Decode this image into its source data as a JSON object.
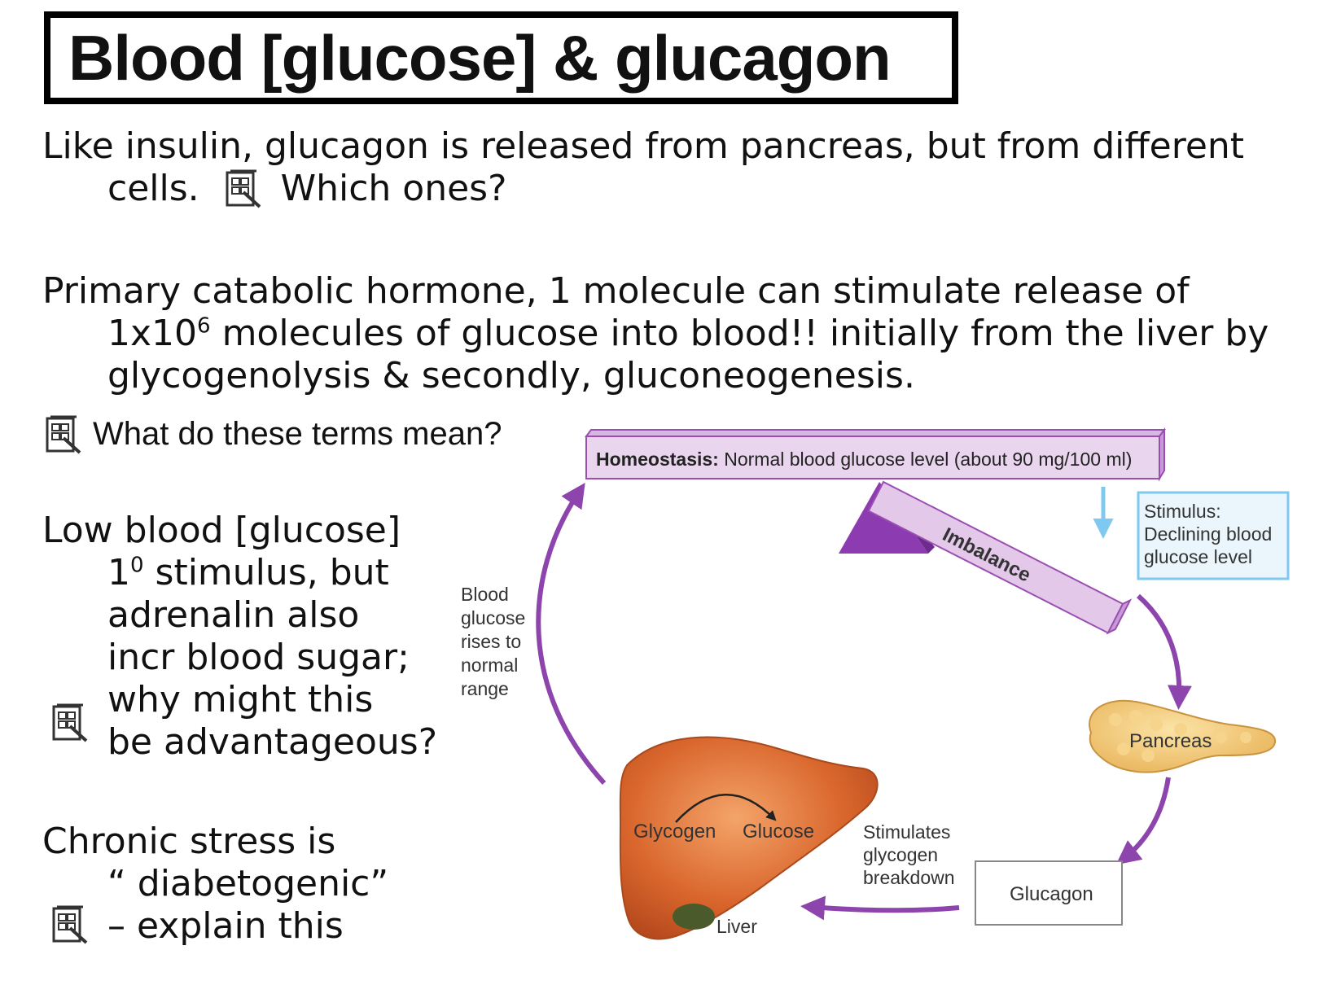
{
  "slide": {
    "title": "Blood [glucose] & glucagon",
    "para1_line1": "Like insulin, glucagon is released from pancreas, but from different",
    "para1_line2a": "cells.",
    "para1_line2b": "Which ones?",
    "para2_line1": "Primary catabolic hormone, 1 molecule can stimulate release of",
    "para2_line2a": "1x10",
    "para2_line2_sup": "6",
    "para2_line2b": " molecules of glucose into blood!! initially from the liver by",
    "para2_line3": "glycogenolysis & secondly, gluconeogenesis.",
    "question_terms": "What do these terms mean?",
    "low_line1": "Low blood [glucose]",
    "low_line2a": "1",
    "low_line2_sup": "0",
    "low_line2b": " stimulus, but",
    "low_line3": "adrenalin also",
    "low_line4": "incr blood sugar;",
    "low_line5": "why might this",
    "low_line6": "be advantageous?",
    "chronic_line1": "Chronic stress is",
    "chronic_line2": "“  diabetogenic”",
    "chronic_line3": "– explain this"
  },
  "diagram": {
    "homeostasis_bold": "Homeostasis:",
    "homeostasis_rest": " Normal blood glucose level (about 90 mg/100 ml)",
    "imbalance": "Imbalance",
    "stimulus_line1": "Stimulus:",
    "stimulus_line2": "Declining blood",
    "stimulus_line3": "glucose level",
    "rises_line1": "Blood",
    "rises_line2": "glucose",
    "rises_line3": "rises to",
    "rises_line4": "normal",
    "rises_line5": "range",
    "pancreas": "Pancreas",
    "glucagon": "Glucagon",
    "stimulates_line1": "Stimulates",
    "stimulates_line2": "glycogen",
    "stimulates_line3": "breakdown",
    "glycogen": "Glycogen",
    "glucose": "Glucose",
    "liver": "Liver"
  },
  "colors": {
    "purple_arrow": "#8e44ad",
    "bar_fill": "#e9d6ee",
    "bar_stroke": "#9a4fb0",
    "fulcrum": "#8d3bb0",
    "stimulus_border": "#7fc8ef",
    "stimulus_fill": "#eaf6fc",
    "liver_fill": "#d9662c",
    "pancreas_fill": "#f3c56a"
  },
  "icons": [
    "notes-question-icon"
  ]
}
